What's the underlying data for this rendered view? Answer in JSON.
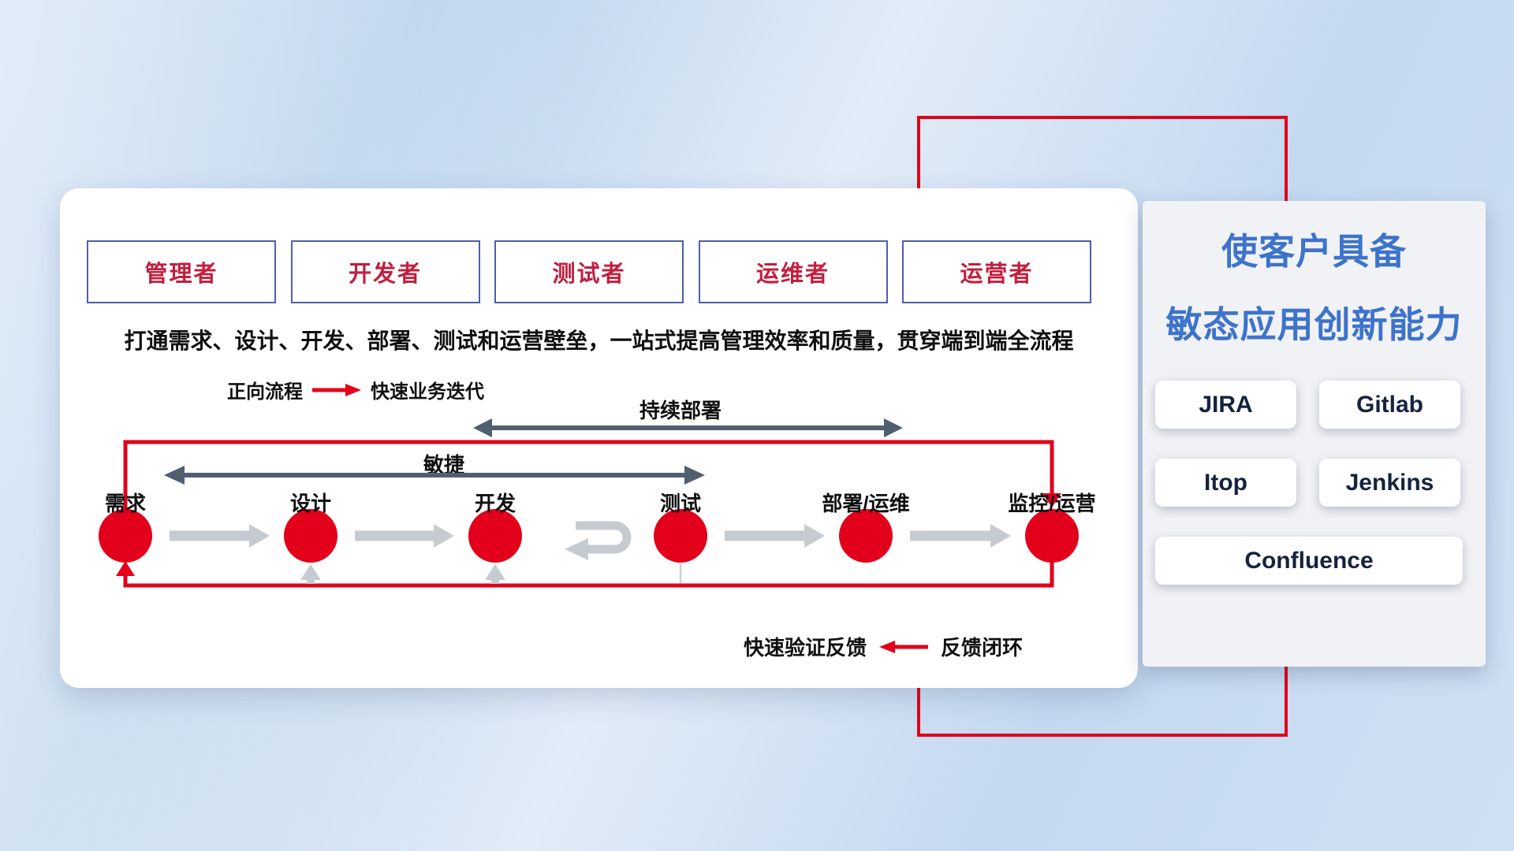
{
  "roles": [
    "管理者",
    "开发者",
    "测试者",
    "运维者",
    "运营者"
  ],
  "description": "打通需求、设计、开发、部署、测试和运营壁垒，一站式提高管理效率和质量，贯穿端到端全流程",
  "legend_forward": {
    "label": "正向流程",
    "value": "快速业务迭代"
  },
  "legend_feedback": {
    "label": "快速验证反馈",
    "value": "反馈闭环"
  },
  "flow": {
    "nodes": [
      "需求",
      "设计",
      "开发",
      "测试",
      "部署/运维",
      "监控/运营"
    ],
    "cd_label": "持续部署",
    "agile_label": "敏捷"
  },
  "panel": {
    "title_line1": "使客户具备",
    "title_line2": "敏态应用创新能力",
    "tools": [
      "JIRA",
      "Gitlab",
      "Itop",
      "Jenkins",
      "Confluence"
    ]
  },
  "colors": {
    "red": "#e2001a",
    "title_blue": "#3d73cb",
    "dark_arrow": "#505e70",
    "gray_arrow": "#c6cbd1",
    "role_text": "#c11f3e",
    "role_border": "#4f5fa8"
  }
}
